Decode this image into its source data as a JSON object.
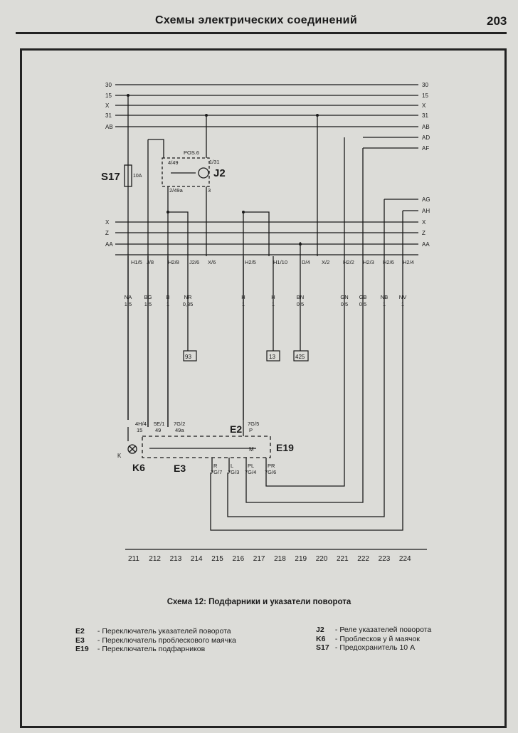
{
  "header": {
    "title": "Схемы электрических соединений",
    "page_number": "203"
  },
  "diagram": {
    "left_bus_labels": [
      "30",
      "15",
      "X",
      "31",
      "AB"
    ],
    "right_bus_labels": [
      "30",
      "15",
      "X",
      "31",
      "AB",
      "AD",
      "AF"
    ],
    "mid_left_bus_labels": [
      "X",
      "Z",
      "AA"
    ],
    "mid_right_bus_labels": [
      "AG",
      "AH",
      "X",
      "Z",
      "AA"
    ],
    "fuse": {
      "label": "S17",
      "rating": "10A"
    },
    "relay": {
      "label": "J2",
      "pos": "POS.6",
      "pin_top_left": "4/49",
      "pin_top_right": "1/31",
      "pin_bottom_left": "2/49a",
      "pin_bottom_right": "3"
    },
    "connectors": [
      "H1/5",
      "J/8",
      "H2/8",
      "J2/6",
      "X/6",
      "H2/5",
      "H1/10",
      "D/4",
      "X/2",
      "H2/2",
      "H2/3",
      "H2/6",
      "H2/4"
    ],
    "wires": [
      {
        "color": "NA",
        "size": "1,5"
      },
      {
        "color": "BG",
        "size": "1,5"
      },
      {
        "color": "B",
        "size": "1"
      },
      {
        "color": "NR",
        "size": "0,35"
      },
      {
        "color": "H",
        "size": "1"
      },
      {
        "color": "H",
        "size": "1"
      },
      {
        "color": "BN",
        "size": "0,5"
      },
      {
        "color": "GN",
        "size": "0,5"
      },
      {
        "color": "GB",
        "size": "0,5"
      },
      {
        "color": "NB",
        "size": "1"
      },
      {
        "color": "NV",
        "size": "1"
      }
    ],
    "refs": [
      "93",
      "13",
      "425"
    ],
    "switch_labels": {
      "k6": "K6",
      "e3": "E3",
      "e2": "E2",
      "e19": "E19",
      "k": "K",
      "pins_top": [
        "4H/4",
        "5E/1",
        "7G/2",
        "7G/5"
      ],
      "pins_top2": [
        "15",
        "49",
        "49a",
        "P"
      ],
      "pins_bottom": [
        "R",
        "L",
        "PL",
        "PR"
      ],
      "pins_bottom2": [
        "7G/7",
        "7G/3",
        "7G/4",
        "7G/6"
      ],
      "pin_m": "M"
    },
    "ground_numbers": [
      "211",
      "212",
      "213",
      "214",
      "215",
      "216",
      "217",
      "218",
      "219",
      "220",
      "221",
      "222",
      "223",
      "224"
    ]
  },
  "caption": "Схема 12: Подфарники и указатели поворота",
  "legend_left": [
    {
      "code": "E2",
      "text": "- Переключатель указателей поворота"
    },
    {
      "code": "E3",
      "text": "- Переключатель проблескового маячка"
    },
    {
      "code": "E19",
      "text": "- Переключатель подфарников"
    }
  ],
  "legend_right": [
    {
      "code": "J2",
      "text": "- Реле указателей поворота"
    },
    {
      "code": "K6",
      "text": "- Проблесков у й маячок"
    },
    {
      "code": "S17",
      "text": "- Предохранитель 10 А"
    }
  ]
}
